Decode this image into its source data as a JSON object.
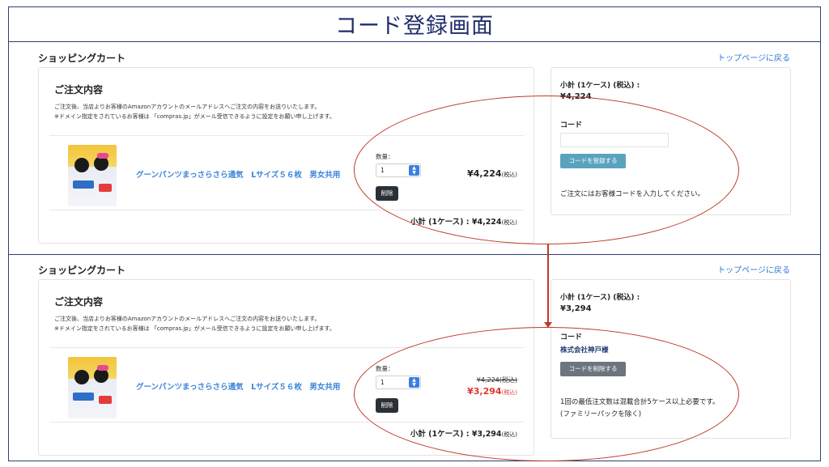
{
  "page_title": "コード登録画面",
  "colors": {
    "frame": "#2c3e73",
    "link": "#2f7ad6",
    "register_button": "#5aa3bf",
    "remove_button": "#6c757d",
    "discount_price": "#e0382f",
    "annotation": "#c0392b"
  },
  "before": {
    "heading": "ショッピングカート",
    "top_link": "トップページに戻る",
    "order_title": "ご注文内容",
    "note_line1": "ご注文後、当店よりお客様のAmazonアカウントのメールアドレスへご注文の内容をお送りいたします。",
    "note_line2": "※ドメイン指定をされているお客様は 「compras.jp」がメール受信できるように設定をお願い申し上げます。",
    "product_name": "グーンパンツまっさらさら通気　Lサイズ５６枚　男女共用",
    "qty_label": "数量：",
    "qty_value": "1",
    "delete_label": "削除",
    "price": "¥4,224",
    "tax_note": "(税込)",
    "subtotal_label": "小計 (1ケース) : ¥4,224",
    "summary_label": "小計 (1ケース) (税込) :",
    "summary_value": "¥4,224",
    "code_label": "コード",
    "code_placeholder": "",
    "register_label": "コードを登録する",
    "message": "ご注文にはお客様コードを入力してください。"
  },
  "after": {
    "heading": "ショッピングカート",
    "top_link": "トップページに戻る",
    "order_title": "ご注文内容",
    "note_line1": "ご注文後、当店よりお客様のAmazonアカウントのメールアドレスへご注文の内容をお送りいたします。",
    "note_line2": "※ドメイン指定をされているお客様は 「compras.jp」がメール受信できるように設定をお願い申し上げます。",
    "product_name": "グーンパンツまっさらさら通気　Lサイズ５６枚　男女共用",
    "qty_label": "数量：",
    "qty_value": "1",
    "delete_label": "削除",
    "old_price": "¥4,224(税込)",
    "new_price": "¥3,294",
    "tax_note": "(税込)",
    "subtotal_label": "小計 (1ケース) : ¥3,294",
    "summary_label": "小計 (1ケース) (税込) :",
    "summary_value": "¥3,294",
    "code_label": "コード",
    "company_name": "株式会社神戸様",
    "remove_label": "コードを削除する",
    "message_line1": "1回の最低注文数は混載合計5ケース以上必要です。",
    "message_line2": "(ファミリーパックを除く)"
  }
}
